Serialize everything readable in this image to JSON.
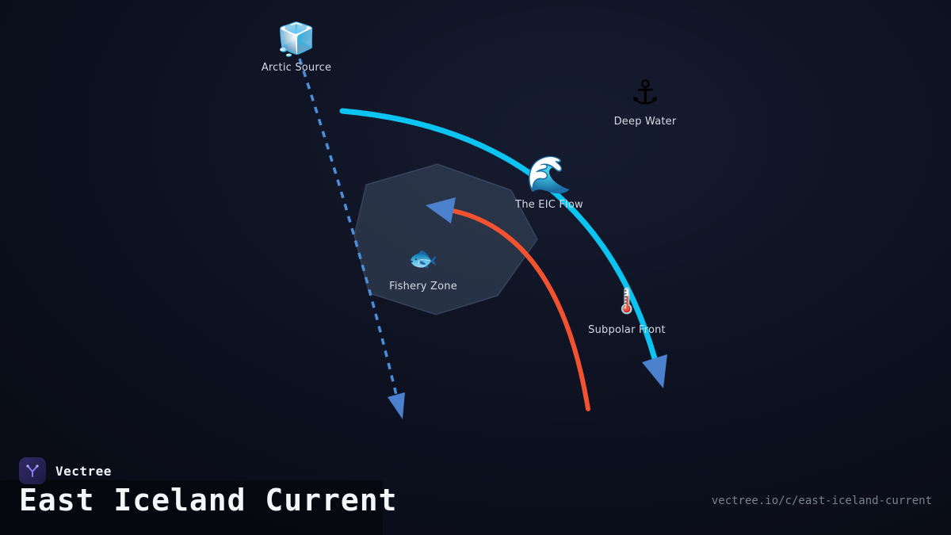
{
  "diagram": {
    "nodes": [
      {
        "emoji": "🧊",
        "label": "Arctic Source"
      },
      {
        "emoji": "⚓",
        "label": "Deep Water"
      },
      {
        "emoji": "🌊",
        "label": "The EIC Flow"
      },
      {
        "emoji": "🐟",
        "label": "Fishery Zone"
      },
      {
        "emoji": "🌡️",
        "label": "Subpolar Front"
      }
    ],
    "colors": {
      "main_current": "#0cc4f2",
      "warm_current": "#f2522f",
      "drift_line": "#4b8fd9",
      "arrowhead": "#4a80cc",
      "zone_fill": "#3f4f66",
      "zone_stroke": "#64789a"
    }
  },
  "footer": {
    "brand": "Vectree",
    "title": "East Iceland Current",
    "url": "vectree.io/c/east-iceland-current"
  }
}
